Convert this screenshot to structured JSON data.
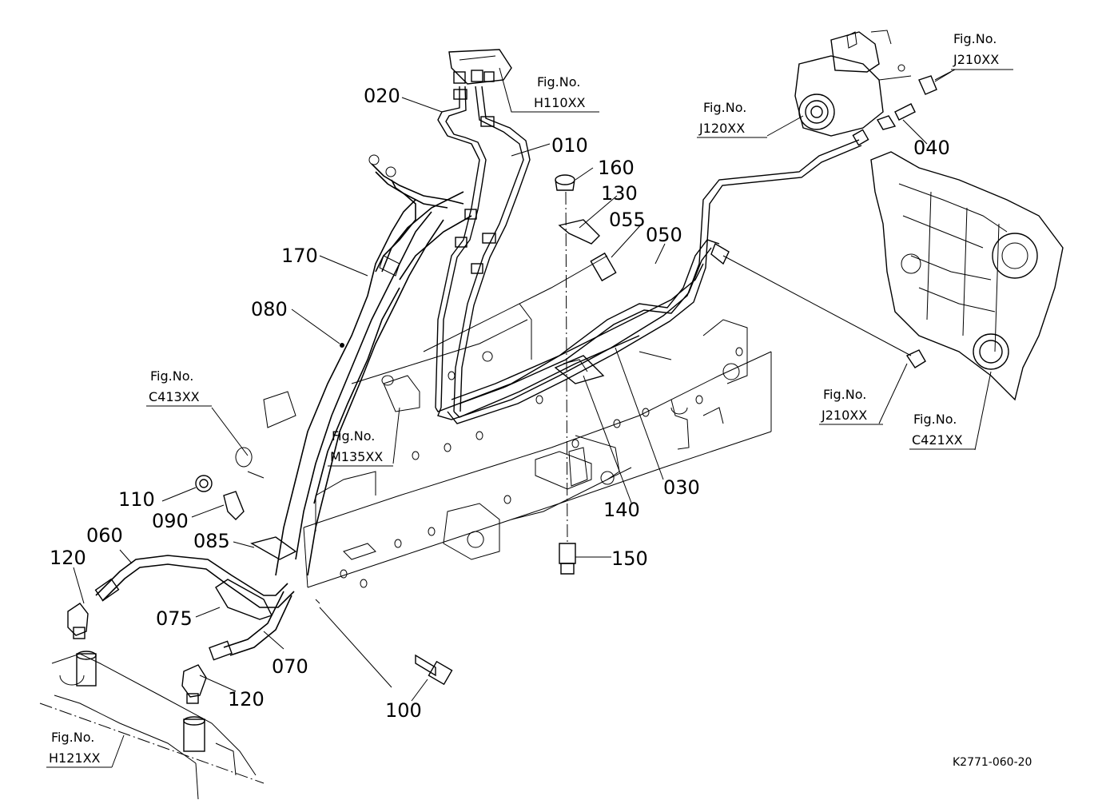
{
  "diagram_code": "K2771-060-20",
  "fig_prefix": "Fig.No.",
  "figure_refs": {
    "h110": "H110XX",
    "j120": "J120XX",
    "j210_top": "J210XX",
    "j210_mid": "J210XX",
    "c413": "C413XX",
    "m135": "M135XX",
    "c421": "C421XX",
    "h121": "H121XX"
  },
  "parts": {
    "p010": "010",
    "p020": "020",
    "p030": "030",
    "p040": "040",
    "p050": "050",
    "p055": "055",
    "p060": "060",
    "p070": "070",
    "p075": "075",
    "p080": "080",
    "p085": "085",
    "p090": "090",
    "p100": "100",
    "p110": "110",
    "p120a": "120",
    "p120b": "120",
    "p130": "130",
    "p140": "140",
    "p150": "150",
    "p160": "160",
    "p170": "170"
  }
}
